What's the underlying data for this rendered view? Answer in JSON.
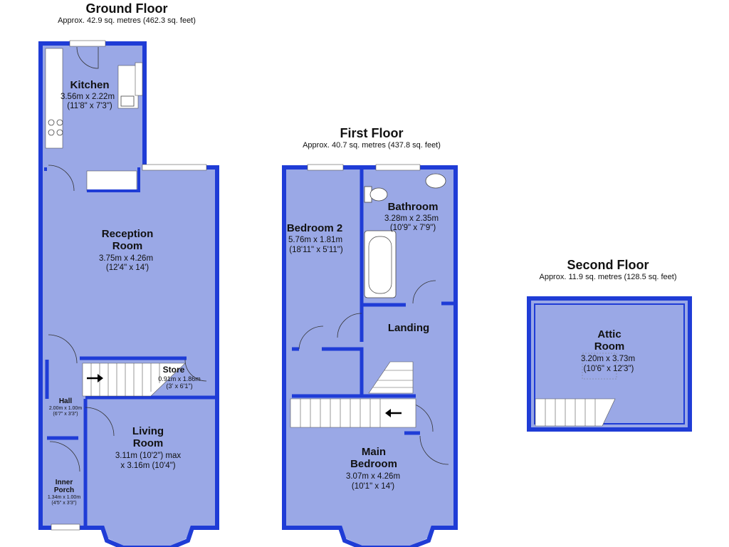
{
  "floors": {
    "ground": {
      "title": "Ground Floor",
      "area": "Approx. 42.9 sq. metres (462.3 sq. feet)"
    },
    "first": {
      "title": "First Floor",
      "area": "Approx. 40.7 sq. metres (437.8 sq. feet)"
    },
    "second": {
      "title": "Second Floor",
      "area": "Approx. 11.9 sq. metres (128.5 sq. feet)"
    }
  },
  "rooms": {
    "kitchen": {
      "name": "Kitchen",
      "dim_m": "3.56m x 2.22m",
      "dim_ft": "(11'8\" x 7'3\")"
    },
    "reception": {
      "name_1": "Reception",
      "name_2": "Room",
      "dim_m": "3.75m x 4.26m",
      "dim_ft": "(12'4\" x 14')"
    },
    "store": {
      "name": "Store",
      "dim_m": "0.91m x 1.86m",
      "dim_ft": "(3' x 6'1\")"
    },
    "hall": {
      "name": "Hall",
      "dim_m": "2.00m x 1.00m",
      "dim_ft": "(6'7\" x 3'3\")"
    },
    "living": {
      "name_1": "Living",
      "name_2": "Room",
      "dim_1": "3.11m (10'2\") max",
      "dim_2": "x 3.16m (10'4\")"
    },
    "porch": {
      "name_1": "Inner",
      "name_2": "Porch",
      "dim_m": "1.34m x 1.00m",
      "dim_ft": "(4'5\" x 3'3\")"
    },
    "bedroom2": {
      "name": "Bedroom 2",
      "dim_m": "5.76m x 1.81m",
      "dim_ft": "(18'11\" x 5'11\")"
    },
    "bathroom": {
      "name": "Bathroom",
      "dim_m": "3.28m x 2.35m",
      "dim_ft": "(10'9\" x 7'9\")"
    },
    "landing": {
      "name": "Landing"
    },
    "main_bedroom": {
      "name_1": "Main",
      "name_2": "Bedroom",
      "dim_m": "3.07m x 4.26m",
      "dim_ft": "(10'1\" x 14')"
    },
    "attic": {
      "name_1": "Attic",
      "name_2": "Room",
      "dim_m": "3.20m x 3.73m",
      "dim_ft": "(10'6\" x 12'3\")"
    }
  },
  "colors": {
    "wall": "#1f3cd6",
    "floor": "#9aa8e6",
    "fixture": "#ffffff"
  }
}
